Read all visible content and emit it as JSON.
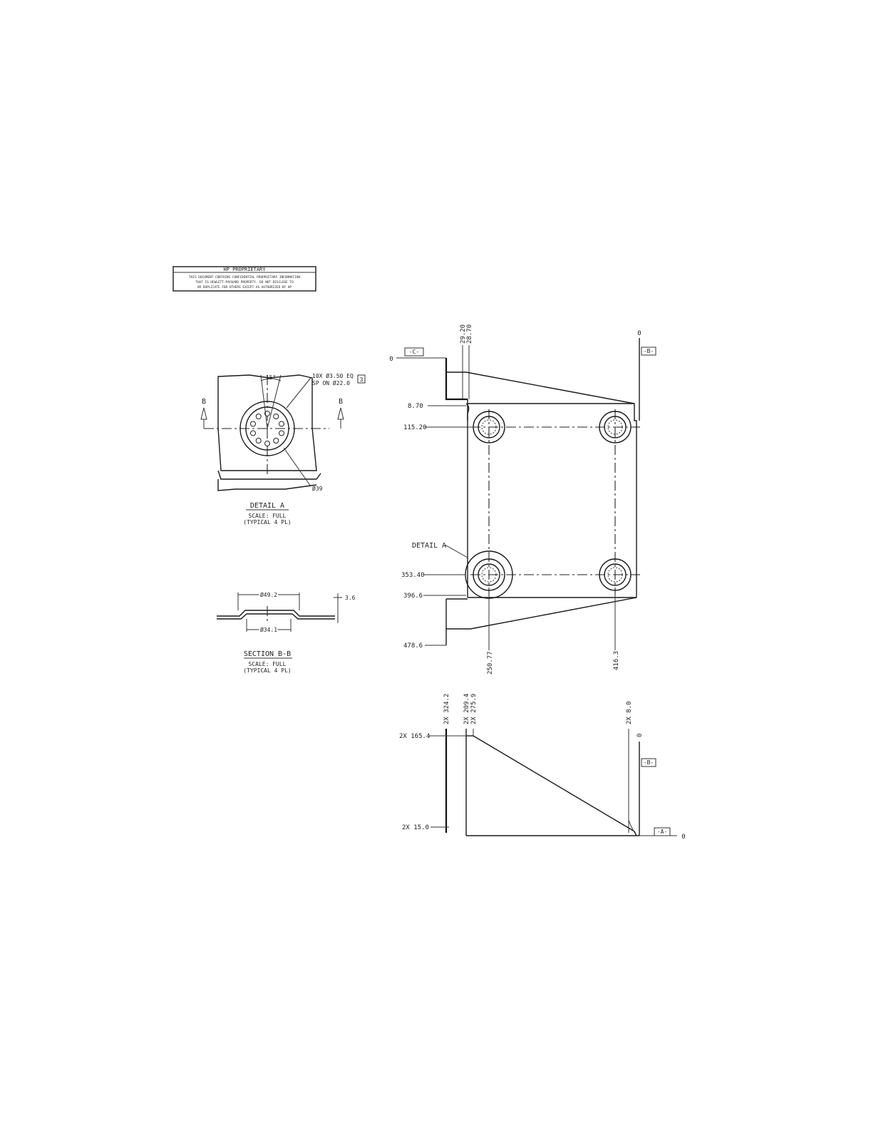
{
  "stamp": {
    "title": "HP PROPRIETARY",
    "lines": [
      "THIS DOCUMENT CONTAINS CONFIDENTIAL PROPRIETARY INFORMATION",
      "THAT IS HEWLETT-PACKARD PROPERTY. DO NOT DISCLOSE TO",
      "OR DUPLICATE FOR OTHERS EXCEPT AS AUTHORIZED BY HP"
    ]
  },
  "detail_a": {
    "angle": "15°",
    "holes_note_1": "10X Ø3.50 EQ",
    "holes_note_2": "SP ON Ø22.0",
    "flag": "3",
    "diameter_note": "Ø39",
    "section_mark_left": "B",
    "section_mark_right": "B",
    "title": "DETAIL A",
    "scale": "SCALE: FULL",
    "typical": "(TYPICAL 4 PL)"
  },
  "section_bb": {
    "dia_top": "Ø49.2",
    "dia_bottom": "Ø34.1",
    "thickness": "3.6",
    "title": "SECTION B-B",
    "scale": "SCALE: FULL",
    "typical": "(TYPICAL 4 PL)"
  },
  "plan_view": {
    "datum_c": "-C-",
    "datum_b": "-B-",
    "zero_left": "0",
    "zero_top": "0",
    "top_dims": [
      "29.20",
      "28.70"
    ],
    "left_dims": [
      "8.70",
      "115.20",
      "353.40",
      "396.6",
      "478.6"
    ],
    "bottom_dims": [
      "250.77",
      "416.3"
    ],
    "detail_callout": "DETAIL A"
  },
  "side_view": {
    "top_dims": [
      "2X 324.2",
      "2X 209.4",
      "2X 275.9",
      "2X 8.0"
    ],
    "left_dims": [
      "2X 165.4",
      "2X 15.0"
    ],
    "zero_top": "0",
    "zero_right": "0",
    "datum_b": "-B-",
    "datum_a": "-A-"
  }
}
